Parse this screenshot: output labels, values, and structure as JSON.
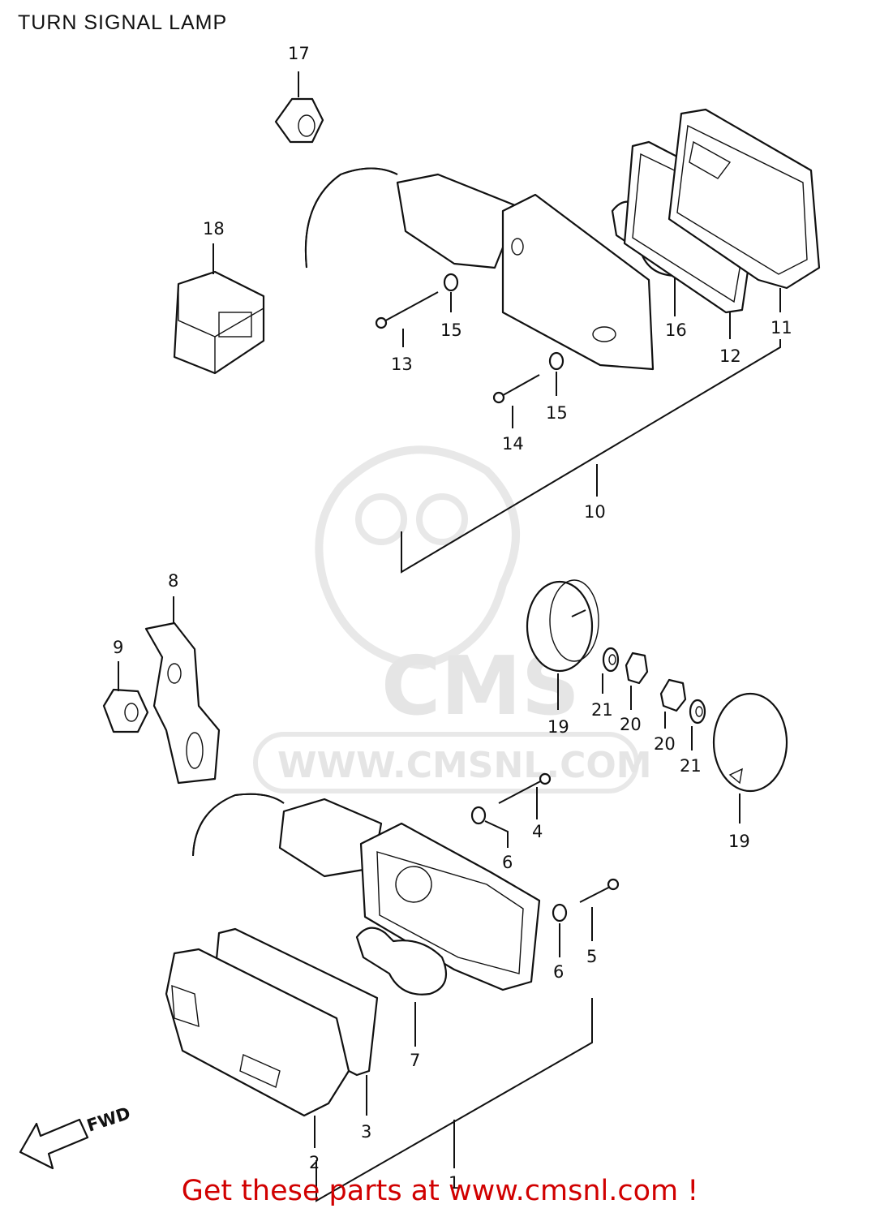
{
  "diagram": {
    "title": "TURN SIGNAL LAMP",
    "watermark_logo_text": "CMS",
    "watermark_url": "WWW.CMSNL.COM",
    "fwd_label": "FWD",
    "part_labels": [
      {
        "id": "p17",
        "text": "17"
      },
      {
        "id": "p18",
        "text": "18"
      },
      {
        "id": "p16",
        "text": "16"
      },
      {
        "id": "p15a",
        "text": "15"
      },
      {
        "id": "p13",
        "text": "13"
      },
      {
        "id": "p12",
        "text": "12"
      },
      {
        "id": "p11",
        "text": "11"
      },
      {
        "id": "p15b",
        "text": "15"
      },
      {
        "id": "p14",
        "text": "14"
      },
      {
        "id": "p10",
        "text": "10"
      },
      {
        "id": "p8",
        "text": "8"
      },
      {
        "id": "p9",
        "text": "9"
      },
      {
        "id": "p19a",
        "text": "19"
      },
      {
        "id": "p21a",
        "text": "21"
      },
      {
        "id": "p20a",
        "text": "20"
      },
      {
        "id": "p20b",
        "text": "20"
      },
      {
        "id": "p21b",
        "text": "21"
      },
      {
        "id": "p19b",
        "text": "19"
      },
      {
        "id": "p4",
        "text": "4"
      },
      {
        "id": "p6a",
        "text": "6"
      },
      {
        "id": "p6b",
        "text": "6"
      },
      {
        "id": "p5",
        "text": "5"
      },
      {
        "id": "p7",
        "text": "7"
      },
      {
        "id": "p3",
        "text": "3"
      },
      {
        "id": "p2",
        "text": "2"
      },
      {
        "id": "p1",
        "text": "1"
      }
    ]
  },
  "footer": {
    "text": "Get these parts at www.cmsnl.com !"
  }
}
